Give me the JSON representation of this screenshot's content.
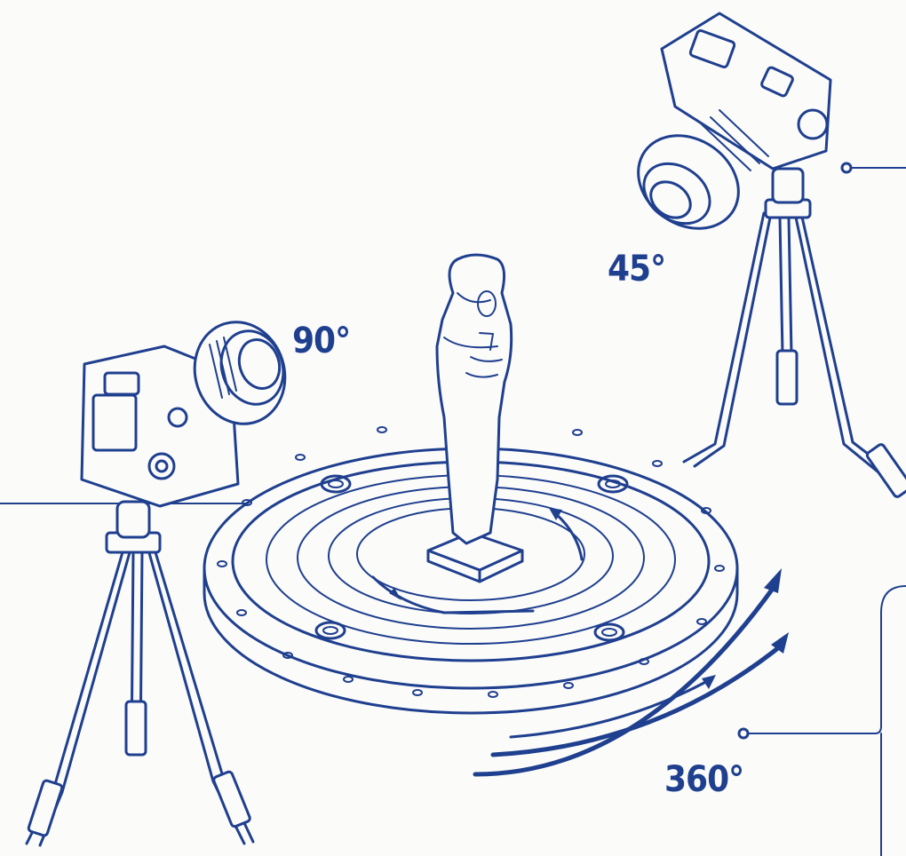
{
  "labels": {
    "angle_top": "45°",
    "angle_side": "90°",
    "rotation": "360°"
  },
  "colors": {
    "ink": "#1f3f8f",
    "background": "#fbfbf9"
  },
  "icons": [
    "camera-icon",
    "tripod-icon",
    "turntable-icon",
    "statue-icon",
    "rotation-arrow-icon"
  ]
}
